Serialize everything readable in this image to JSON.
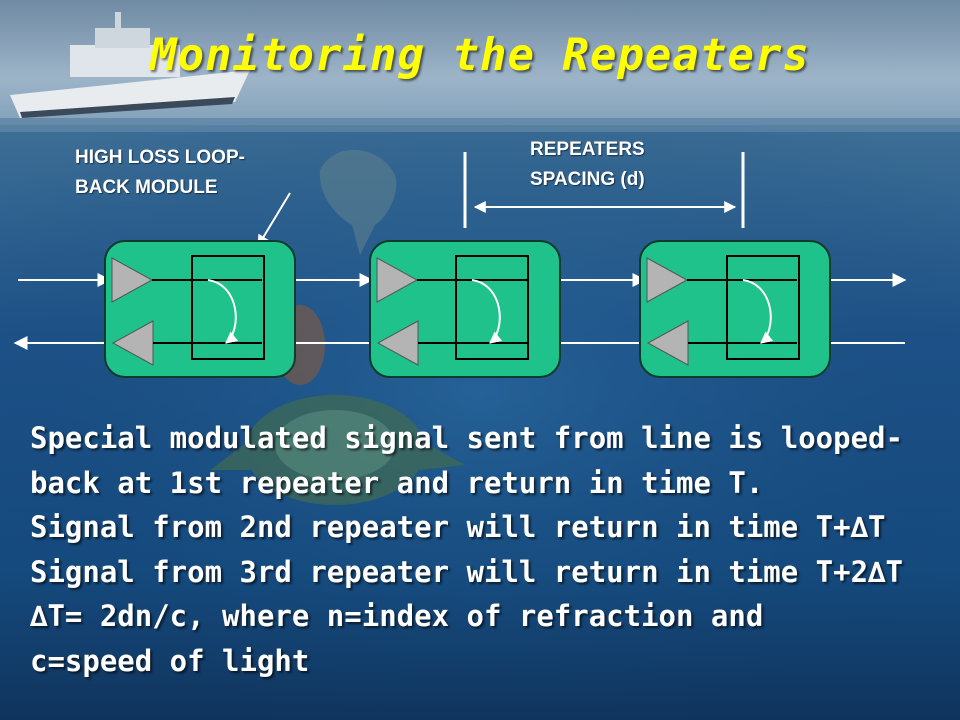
{
  "title": "Monitoring the Repeaters",
  "labels": {
    "loopback_line1": "HIGH LOSS LOOP-",
    "loopback_line2": "BACK MODULE",
    "spacing_line1": "REPEATERS",
    "spacing_line2": "SPACING (d)"
  },
  "body_lines": [
    "Special modulated signal sent from line is looped-",
    "back at 1st repeater and return in time T.",
    "Signal from 2nd repeater will return in time T+∆T",
    "Signal from 3rd repeater will return in time T+2∆T",
    "∆T= 2dn/c, where n=index of refraction and",
    "c=speed of light"
  ],
  "colors": {
    "title": "#ffff00",
    "text": "#ffffff",
    "repeater_fill": "#1fc28a",
    "amplifier_fill": "#b4b4b4",
    "sea_top": "#3d6f96",
    "sea_bottom": "#0f3f78",
    "sky": "#8aa5bd"
  },
  "icons": [
    "ship-icon",
    "fish-icon",
    "turtle-icon",
    "amplifier-triangle-icon",
    "loopback-coupler-icon"
  ]
}
